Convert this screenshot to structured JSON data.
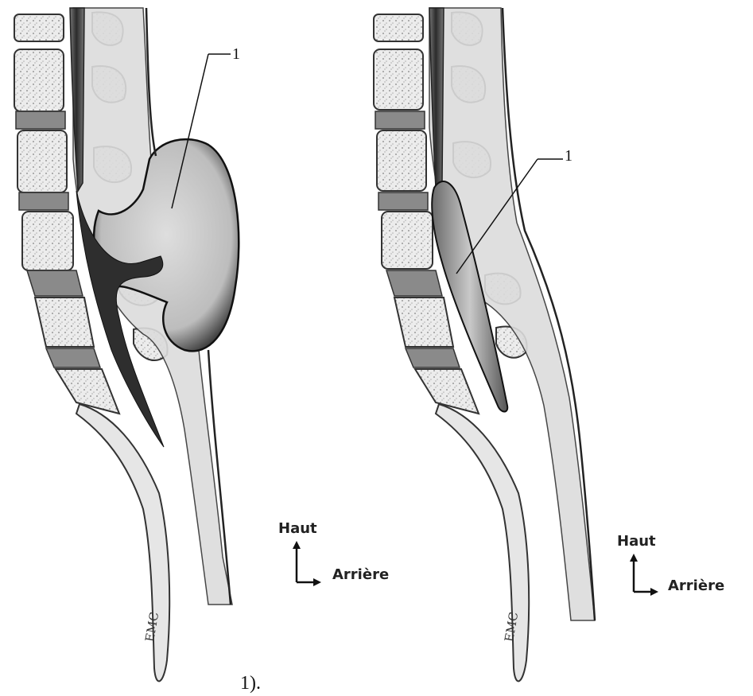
{
  "left_panel": {
    "callout_number": "1",
    "orientation": {
      "up": "Haut",
      "back": "Arrière"
    },
    "watermark": "EMC",
    "caption_fragment": "1)."
  },
  "right_panel": {
    "callout_number": "1",
    "orientation": {
      "up": "Haut",
      "back": "Arrière"
    },
    "watermark": "EMC"
  },
  "colors": {
    "bone_outline": "#333333",
    "bone_fill": "#e4e4e4",
    "disc": "#8a8a8a",
    "cord": "#3c3c3c",
    "sac": "#c8c8c8",
    "canal": "#dcdcdc"
  }
}
